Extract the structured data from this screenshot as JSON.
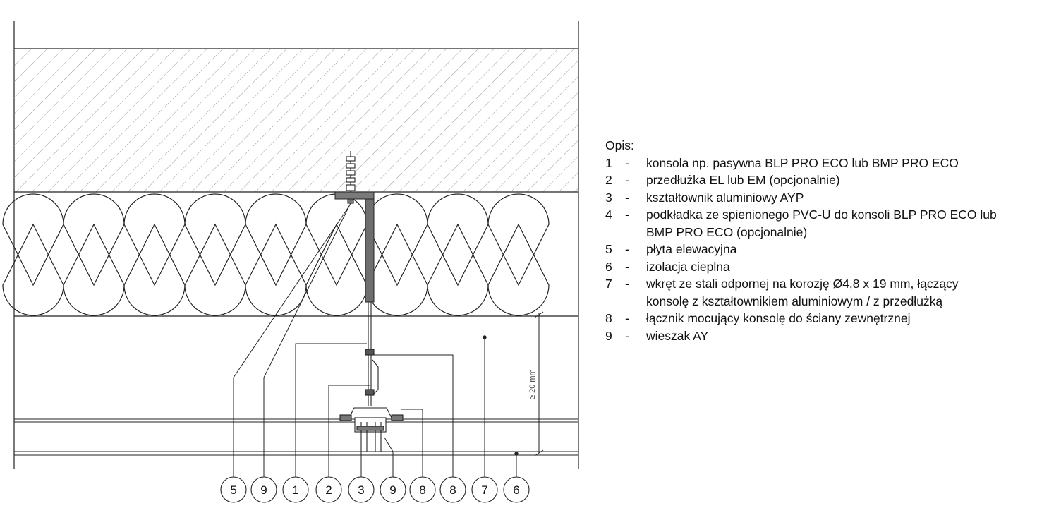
{
  "legend": {
    "title": "Opis:",
    "items": [
      {
        "num": "1",
        "text": "konsola np. pasywna BLP PRO ECO lub BMP PRO ECO"
      },
      {
        "num": "2",
        "text": "przedłużka EL lub EM (opcjonalnie)"
      },
      {
        "num": "3",
        "text": "kształtownik aluminiowy AYP"
      },
      {
        "num": "4",
        "text": "podkładka ze spienionego PVC-U do konsoli BLP PRO ECO lub\nBMP PRO ECO (opcjonalnie)"
      },
      {
        "num": "5",
        "text": "płyta elewacyjna"
      },
      {
        "num": "6",
        "text": "izolacja cieplna"
      },
      {
        "num": "7",
        "text": "wkręt ze stali odpornej na korozję Ø4,8 x 19 mm, łączący\nkonsolę z kształtownikiem aluminiowym / z przedłużką"
      },
      {
        "num": "8",
        "text": "łącznik mocujący konsolę do ściany zewnętrznej"
      },
      {
        "num": "9",
        "text": "wieszak AY"
      }
    ]
  },
  "drawing": {
    "dimension_label": "≥ 20 mm",
    "callouts": [
      "5",
      "9",
      "1",
      "2",
      "3",
      "9",
      "8",
      "8",
      "7",
      "6"
    ]
  }
}
